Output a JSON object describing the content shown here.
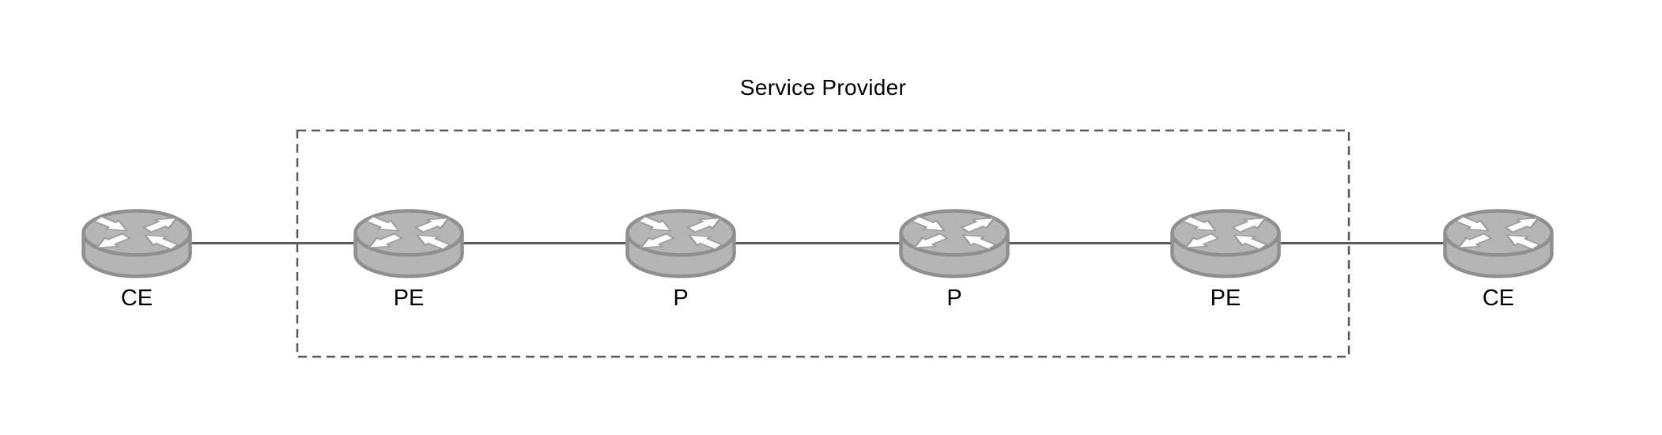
{
  "diagram": {
    "title": "Service Provider",
    "type": "network-topology",
    "nodes": [
      {
        "id": "ce-left",
        "label": "CE",
        "device": "router",
        "inside_provider": false
      },
      {
        "id": "pe-left",
        "label": "PE",
        "device": "router",
        "inside_provider": true
      },
      {
        "id": "p-left",
        "label": "P",
        "device": "router",
        "inside_provider": true
      },
      {
        "id": "p-right",
        "label": "P",
        "device": "router",
        "inside_provider": true
      },
      {
        "id": "pe-right",
        "label": "PE",
        "device": "router",
        "inside_provider": true
      },
      {
        "id": "ce-right",
        "label": "CE",
        "device": "router",
        "inside_provider": false
      }
    ],
    "links": [
      {
        "from": "ce-left",
        "to": "pe-left"
      },
      {
        "from": "pe-left",
        "to": "p-left"
      },
      {
        "from": "p-left",
        "to": "p-right"
      },
      {
        "from": "p-right",
        "to": "pe-right"
      },
      {
        "from": "pe-right",
        "to": "ce-right"
      }
    ],
    "colors": {
      "router_fill": "#b5b5b5",
      "router_stroke": "#8f8f8f",
      "arrow_fill": "#ffffff",
      "arrow_stroke": "#9c9c9c",
      "link_line": "#5b5b5b",
      "boundary_dash": "#5b5b5b",
      "text": "#000000",
      "background": "#ffffff"
    }
  }
}
